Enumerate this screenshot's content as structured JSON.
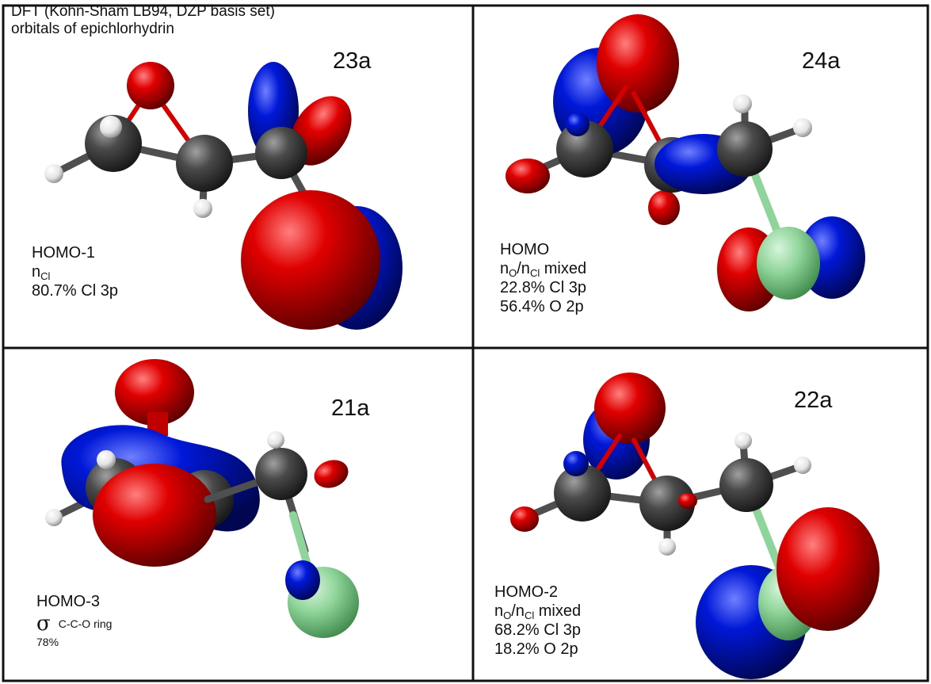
{
  "caption": {
    "line1": "DFT (Kohn-Sham LB94, DZP basis set)",
    "line2": "orbitals of epichlorhydrin"
  },
  "panels": [
    {
      "id": "23a",
      "label": "HOMO-1",
      "char_main": "n",
      "char_sub": "Cl",
      "lines": [
        "80.7% Cl 3p"
      ]
    },
    {
      "id": "24a",
      "label": "HOMO",
      "char_main1": "n",
      "char_sub1": "O",
      "char_sep": "/n",
      "char_sub2": "Cl",
      "char_tail": " mixed",
      "lines": [
        "22.8% Cl 3p",
        "56.4% O 2p"
      ]
    },
    {
      "id": "21a",
      "label": "HOMO-3",
      "sigma": "σ",
      "sigma_desc": "C-C-O ring",
      "lines": [
        "78%"
      ]
    },
    {
      "id": "22a",
      "label": "HOMO-2",
      "char_main1": "n",
      "char_sub1": "O",
      "char_sep": "/n",
      "char_sub2": "Cl",
      "char_tail": " mixed",
      "lines": [
        "68.2% Cl 3p",
        "18.2% O 2p"
      ]
    }
  ],
  "colors": {
    "lobe_red": "#d40000",
    "lobe_blue": "#0010c8",
    "carbon": "#4a4a4a",
    "hydrogen": "#f2f2f2",
    "chlorine": "#8fd49a",
    "bond": "#4f4f4f",
    "border": "#111111"
  }
}
